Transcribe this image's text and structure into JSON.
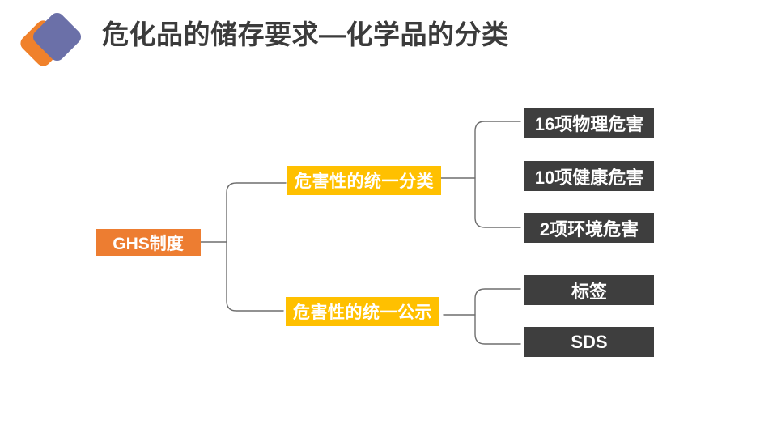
{
  "header": {
    "title": "危化品的储存要求—化学品的分类"
  },
  "diagram": {
    "root": {
      "label": "GHS制度"
    },
    "branches": [
      {
        "label": "危害性的统一分类",
        "children": [
          {
            "label": "16项物理危害"
          },
          {
            "label": "10项健康危害"
          },
          {
            "label": "2项环境危害"
          }
        ]
      },
      {
        "label": "危害性的统一公示",
        "children": [
          {
            "label": "标签"
          },
          {
            "label": "SDS"
          }
        ]
      }
    ]
  },
  "colors": {
    "background": "#FFFFFF",
    "title_text": "#3B3B3B",
    "root_box": "#ED7D31",
    "branch_box": "#FFC000",
    "leaf_box": "#3E3E3E",
    "box_text": "#FFFFFF",
    "connector": "#6E6E6E",
    "logo_orange": "#F0812B",
    "logo_blue": "#6B70A8"
  }
}
